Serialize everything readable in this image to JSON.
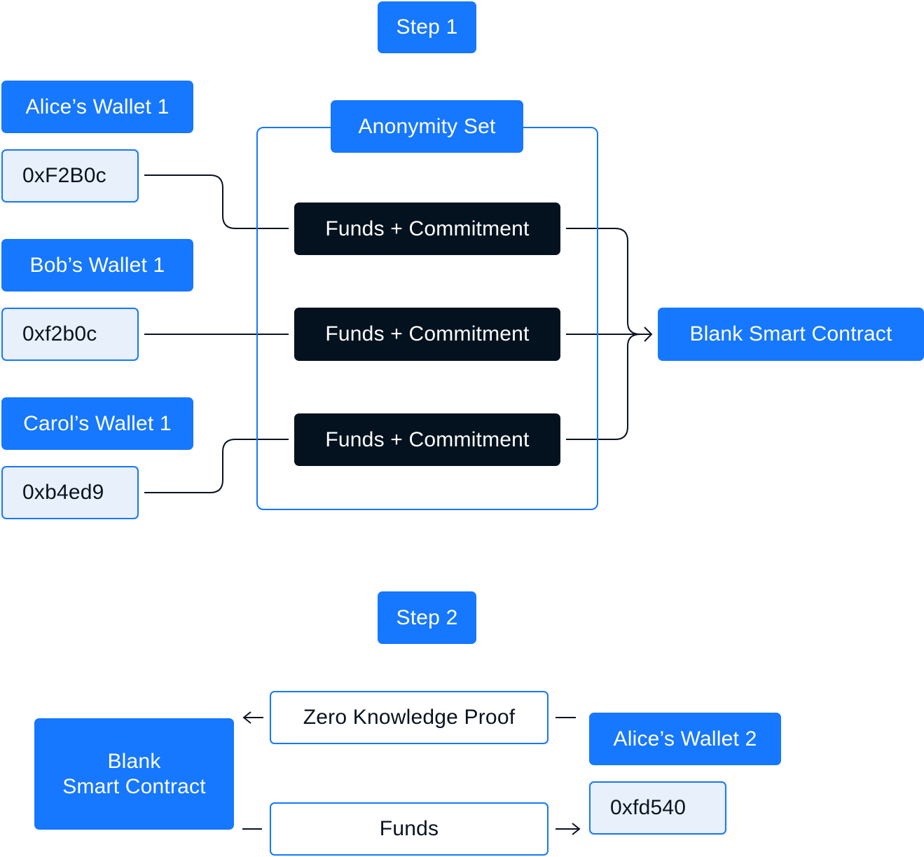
{
  "step1": {
    "label": "Step 1",
    "anonymity_set_label": "Anonymity Set",
    "wallets": [
      {
        "name": "Alice’s Wallet 1",
        "address": "0xF2B0c"
      },
      {
        "name": "Bob’s Wallet 1",
        "address": "0xf2b0c"
      },
      {
        "name": "Carol’s Wallet 1",
        "address": "0xb4ed9"
      }
    ],
    "commitments": [
      "Funds + Commitment",
      "Funds + Commitment",
      "Funds + Commitment"
    ],
    "contract_label": "Blank Smart Contract"
  },
  "step2": {
    "label": "Step 2",
    "contract_line1": "Blank",
    "contract_line2": "Smart Contract",
    "proof_label": "Zero Knowledge Proof",
    "funds_label": "Funds",
    "wallet_name": "Alice’s Wallet 2",
    "wallet_address": "0xfd540"
  },
  "colors": {
    "accent": "#1677ff",
    "dark": "#04121f",
    "light_fill": "#e8f0fc",
    "line": "#0b1220"
  }
}
